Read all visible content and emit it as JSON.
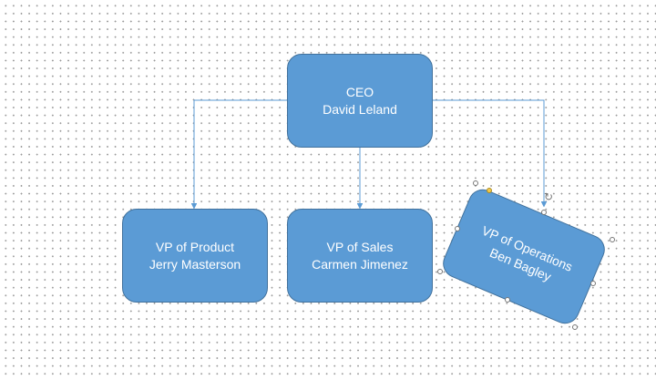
{
  "diagram": {
    "colors": {
      "node_fill": "#5b9bd5",
      "node_border": "#41719c",
      "connector": "#5b9bd5",
      "text": "#ffffff"
    },
    "nodes": {
      "ceo": {
        "title": "CEO",
        "name": "David Leland"
      },
      "vp_product": {
        "title": "VP of Product",
        "name": "Jerry Masterson"
      },
      "vp_sales": {
        "title": "VP of Sales",
        "name": "Carmen Jimenez"
      },
      "vp_operations": {
        "title": "VP of Operations",
        "name": "Ben Bagley"
      }
    },
    "selected_node": "vp_operations",
    "selection_icons": {
      "resize_handle": "resize-handle-icon",
      "adjust_handle": "adjust-handle-icon",
      "rotate_handle": "rotate-handle-icon"
    }
  }
}
